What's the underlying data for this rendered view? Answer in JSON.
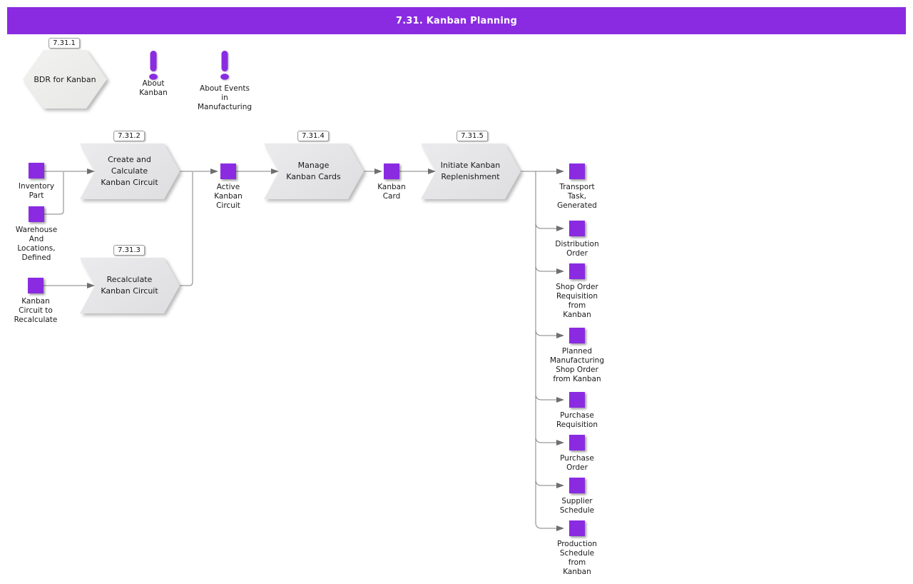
{
  "banner": {
    "title": "7.31. Kanban Planning"
  },
  "colors": {
    "banner": "#8a2be2",
    "node_square": "#8a2be2",
    "process_fill": "#e4e4e6",
    "line": "#828282"
  },
  "start": {
    "ref": "7.31.1",
    "label": "BDR for Kanban"
  },
  "info_icons": [
    {
      "icon": "exclamation-icon",
      "label": "About\nKanban"
    },
    {
      "icon": "exclamation-icon",
      "label": "About Events\nin\nManufacturing"
    }
  ],
  "processes": [
    {
      "ref": "7.31.2",
      "label": "Create and\nCalculate\nKanban Circuit"
    },
    {
      "ref": "7.31.3",
      "label": "Recalculate\nKanban Circuit"
    },
    {
      "ref": "7.31.4",
      "label": "Manage\nKanban Cards"
    },
    {
      "ref": "7.31.5",
      "label": "Initiate Kanban\nReplenishment"
    }
  ],
  "artifacts": [
    {
      "label": "Inventory\nPart"
    },
    {
      "label": "Warehouse\nAnd\nLocations,\nDefined"
    },
    {
      "label": "Kanban\nCircuit to\nRecalculate"
    },
    {
      "label": "Active\nKanban\nCircuit"
    },
    {
      "label": "Kanban\nCard"
    },
    {
      "label": "Transport\nTask,\nGenerated"
    },
    {
      "label": "Distribution\nOrder"
    },
    {
      "label": "Shop Order\nRequisition\nfrom\nKanban"
    },
    {
      "label": "Planned\nManufacturing\nShop Order\nfrom Kanban"
    },
    {
      "label": "Purchase\nRequisition"
    },
    {
      "label": "Purchase\nOrder"
    },
    {
      "label": "Supplier\nSchedule"
    },
    {
      "label": "Production\nSchedule\nfrom\nKanban"
    }
  ]
}
